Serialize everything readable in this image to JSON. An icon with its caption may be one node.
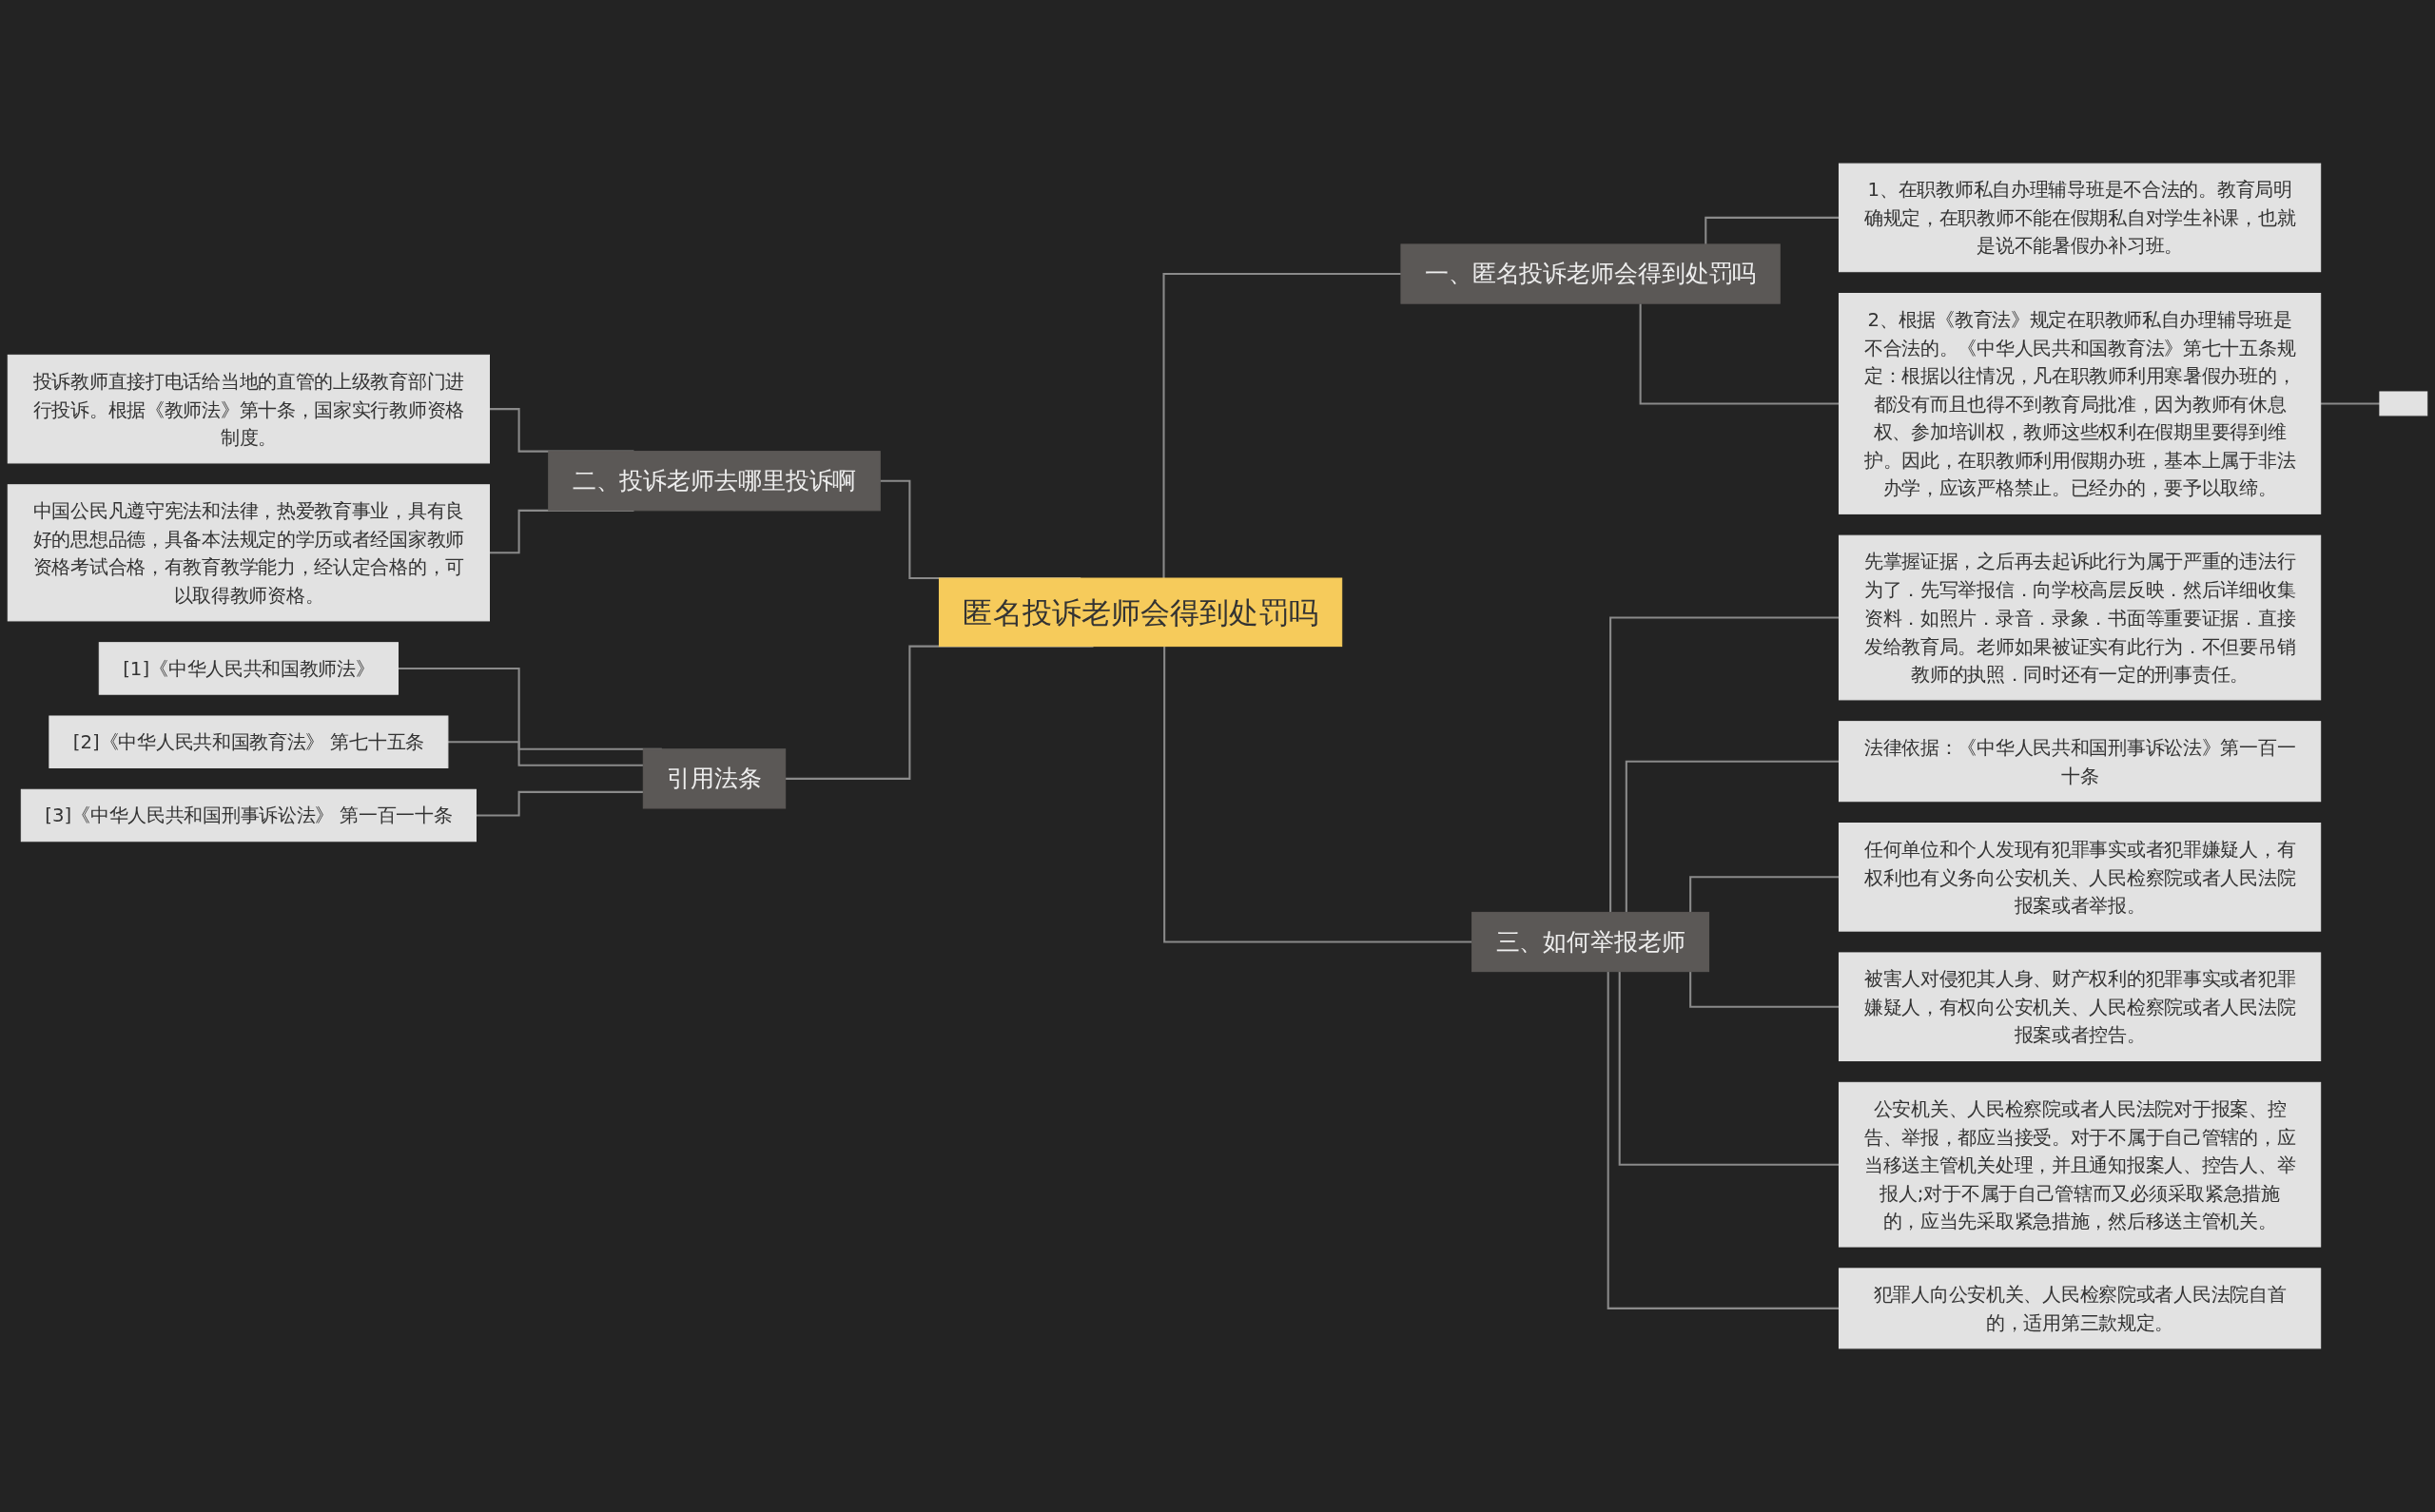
{
  "diagram": {
    "nodes": [
      {
        "text": [
          "匿名投诉老师会得到处罚吗"
        ]
      },
      {
        "text": [
          "一、匿名投诉老师会得到处罚吗"
        ]
      },
      {
        "text": [
          "1、在职教师私自办理辅导班是不合法的。教育局明确规定，在职教师不能在假期私自对学生补课，也就是说不能暑假办补习班。"
        ]
      },
      {
        "text": [
          "2、根据《教育法》规定在职教师私自办理辅导班是不合法的。《中华人民共和国教育法》第七十五条规定：根据以往情况，凡在职教师利用寒暑假办班的，都没有而且也得不到教育局批准，因为教师有休息权、参加培训权，教师这些权利在假期里要得到维护。因此，在职教师利用假期办班，基本上属于非法办学，应该严格禁止。已经办的，要予以取缔。"
        ]
      },
      {
        "text": [],
        "shape": "box"
      },
      {
        "text": [
          "二、投诉老师去哪里投诉啊"
        ]
      },
      {
        "text": [
          "投诉教师直接打电话给当地的直管的上级教育部门进行投诉。根据《教师法》第十条，国家实行教师资格制度。"
        ]
      },
      {
        "text": [
          "中国公民凡遵守宪法和法律，热爱教育事业，具有良好的思想品德，具备本法规定的学历或者经国家教师资格考试合格，有教育教学能力，经认定合格的，可以取得教师资格。"
        ]
      },
      {
        "text": [
          "引用法条"
        ]
      },
      {
        "text": [
          "[1]《中华人民共和国教师法》"
        ]
      },
      {
        "text": [
          "[2]《中华人民共和国教育法》 第七十五条"
        ]
      },
      {
        "text": [
          "[3]《中华人民共和国刑事诉讼法》 第一百一十条"
        ]
      },
      {
        "text": [
          "三、如何举报老师"
        ]
      },
      {
        "text": [
          "先掌握证据，之后再去起诉此行为属于严重的违法行为了．先写举报信．向学校高层反映．然后详细收集资料．如照片．录音．录象．书面等重要证据．直接发给教育局。老师如果被证实有此行为．不但要吊销教师的执照．同时还有一定的刑事责任。"
        ]
      },
      {
        "text": [
          "法律依据：《中华人民共和国刑事诉讼法》第一百一十条"
        ]
      },
      {
        "text": [
          "任何单位和个人发现有犯罪事实或者犯罪嫌疑人，有权利也有义务向公安机关、人民检察院或者人民法院报案或者举报。"
        ]
      },
      {
        "text": [
          "被害人对侵犯其人身、财产权利的犯罪事实或者犯罪嫌疑人，有权向公安机关、人民检察院或者人民法院报案或者控告。"
        ]
      },
      {
        "text": [
          "公安机关、人民检察院或者人民法院对于报案、控告、举报，都应当接受。对于不属于自己管辖的，应当移送主管机关处理，并且通知报案人、控告人、举报人;对于不属于自己管辖而又必须采取紧急措施的，应当先采取紧急措施，然后移送主管机关。"
        ]
      },
      {
        "text": [
          "犯罪人向公安机关、人民检察院或者人民法院自首的，适用第三款规定。"
        ]
      }
    ],
    "edges": [
      {
        "from": 0,
        "to": 1,
        "arrow": "none"
      },
      {
        "from": 1,
        "to": 2,
        "arrow": "none"
      },
      {
        "from": 1,
        "to": 3,
        "arrow": "none"
      },
      {
        "from": 3,
        "to": 4,
        "arrow": "none"
      },
      {
        "from": 0,
        "to": 5,
        "arrow": "none"
      },
      {
        "from": 5,
        "to": 6,
        "arrow": "none"
      },
      {
        "from": 5,
        "to": 7,
        "arrow": "none"
      },
      {
        "from": 0,
        "to": 8,
        "arrow": "none"
      },
      {
        "from": 8,
        "to": 9,
        "arrow": "none"
      },
      {
        "from": 8,
        "to": 10,
        "arrow": "none"
      },
      {
        "from": 8,
        "to": 11,
        "arrow": "none"
      },
      {
        "from": 0,
        "to": 12,
        "arrow": "none"
      },
      {
        "from": 12,
        "to": 13,
        "arrow": "none"
      },
      {
        "from": 12,
        "to": 14,
        "arrow": "none"
      },
      {
        "from": 12,
        "to": 15,
        "arrow": "none"
      },
      {
        "from": 12,
        "to": 16,
        "arrow": "none"
      },
      {
        "from": 12,
        "to": 17,
        "arrow": "none"
      },
      {
        "from": 12,
        "to": 18,
        "arrow": "none"
      }
    ]
  }
}
